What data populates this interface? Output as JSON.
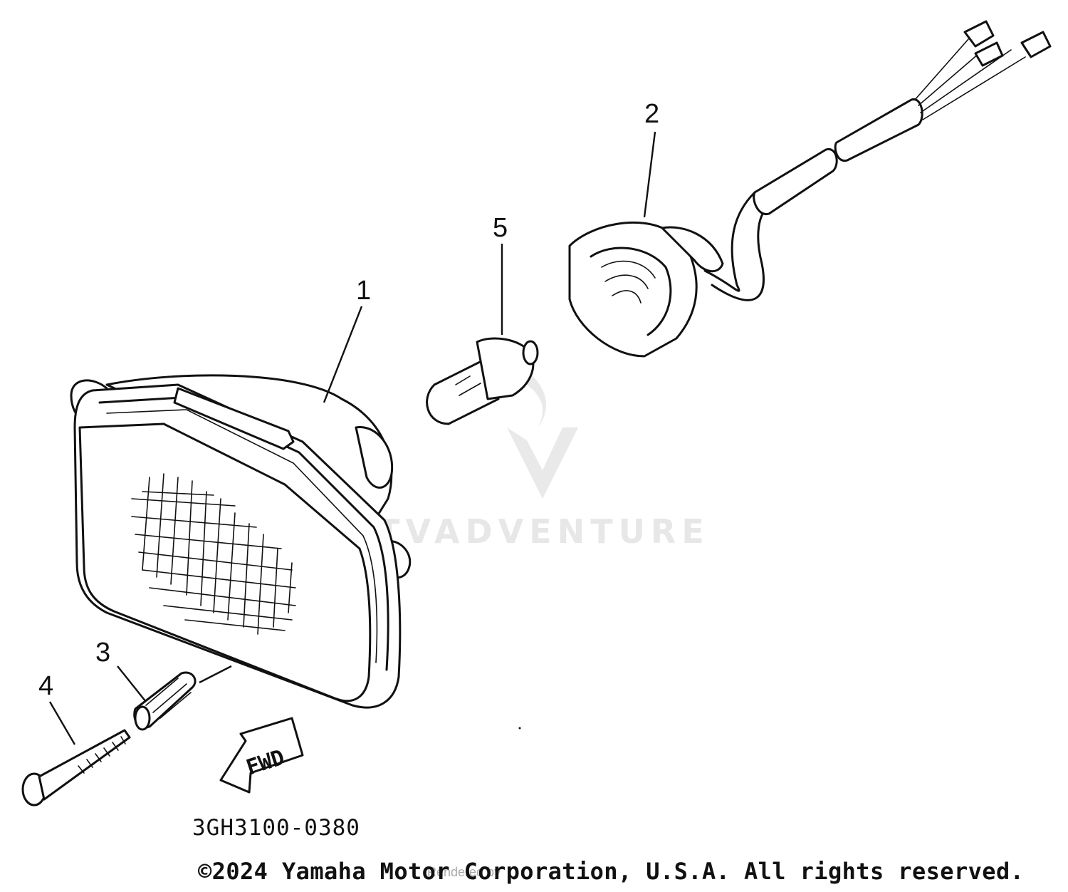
{
  "diagram": {
    "code": "3GH3100-0380",
    "direction_label": "FWD",
    "callouts": [
      {
        "id": "1",
        "label": "1"
      },
      {
        "id": "2",
        "label": "2"
      },
      {
        "id": "3",
        "label": "3"
      },
      {
        "id": "4",
        "label": "4"
      },
      {
        "id": "5",
        "label": "5"
      }
    ]
  },
  "watermark": {
    "text": "ATVADVENTURE"
  },
  "footer": {
    "copyright": "©2024 Yamaha Motor Corporation, U.S.A. All rights reserved.",
    "render_note": "Rendered by"
  }
}
